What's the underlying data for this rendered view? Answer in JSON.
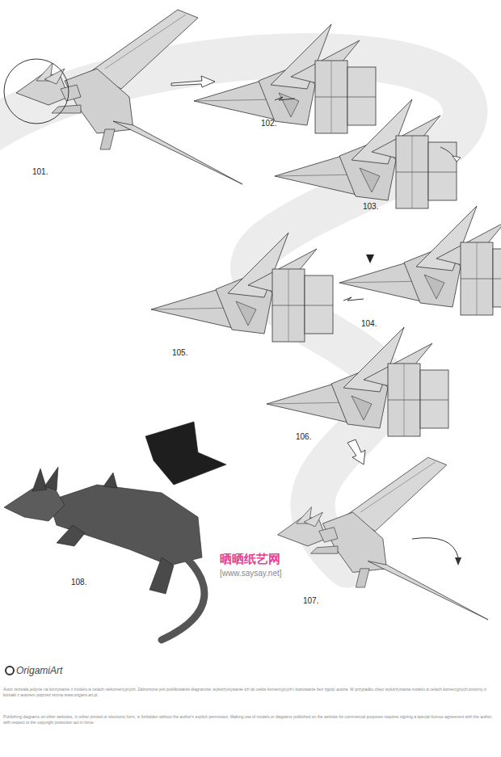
{
  "diagram": {
    "labels": [
      "101.",
      "102.",
      "103.",
      "104.",
      "105.",
      "106.",
      "107.",
      "108.",
      "晒晒纸艺网",
      "[www.saysay.net]",
      "OrigamiArt",
      "Autor zezwala jedynie na korzystanie z modelu w celach niekomercyjnych. Zabronione jest publikowanie diagramów, wykorzystywanie ich do celów komercyjnych i kopiowanie bez zgody autora. W przypadku chęci wykorzystania modelu w celach komercyjnych prosimy o kontakt z autorem poprzez stronę www.origami.art.pl.",
      "Publishing diagrams on other websites, in either printed or electronic form, is forbidden without the author's explicit permission. Making use of models or diagrams published on the website for commercial purposes requires signing a special licence agreement with the author, with respect to the copyright protection act in force."
    ]
  }
}
